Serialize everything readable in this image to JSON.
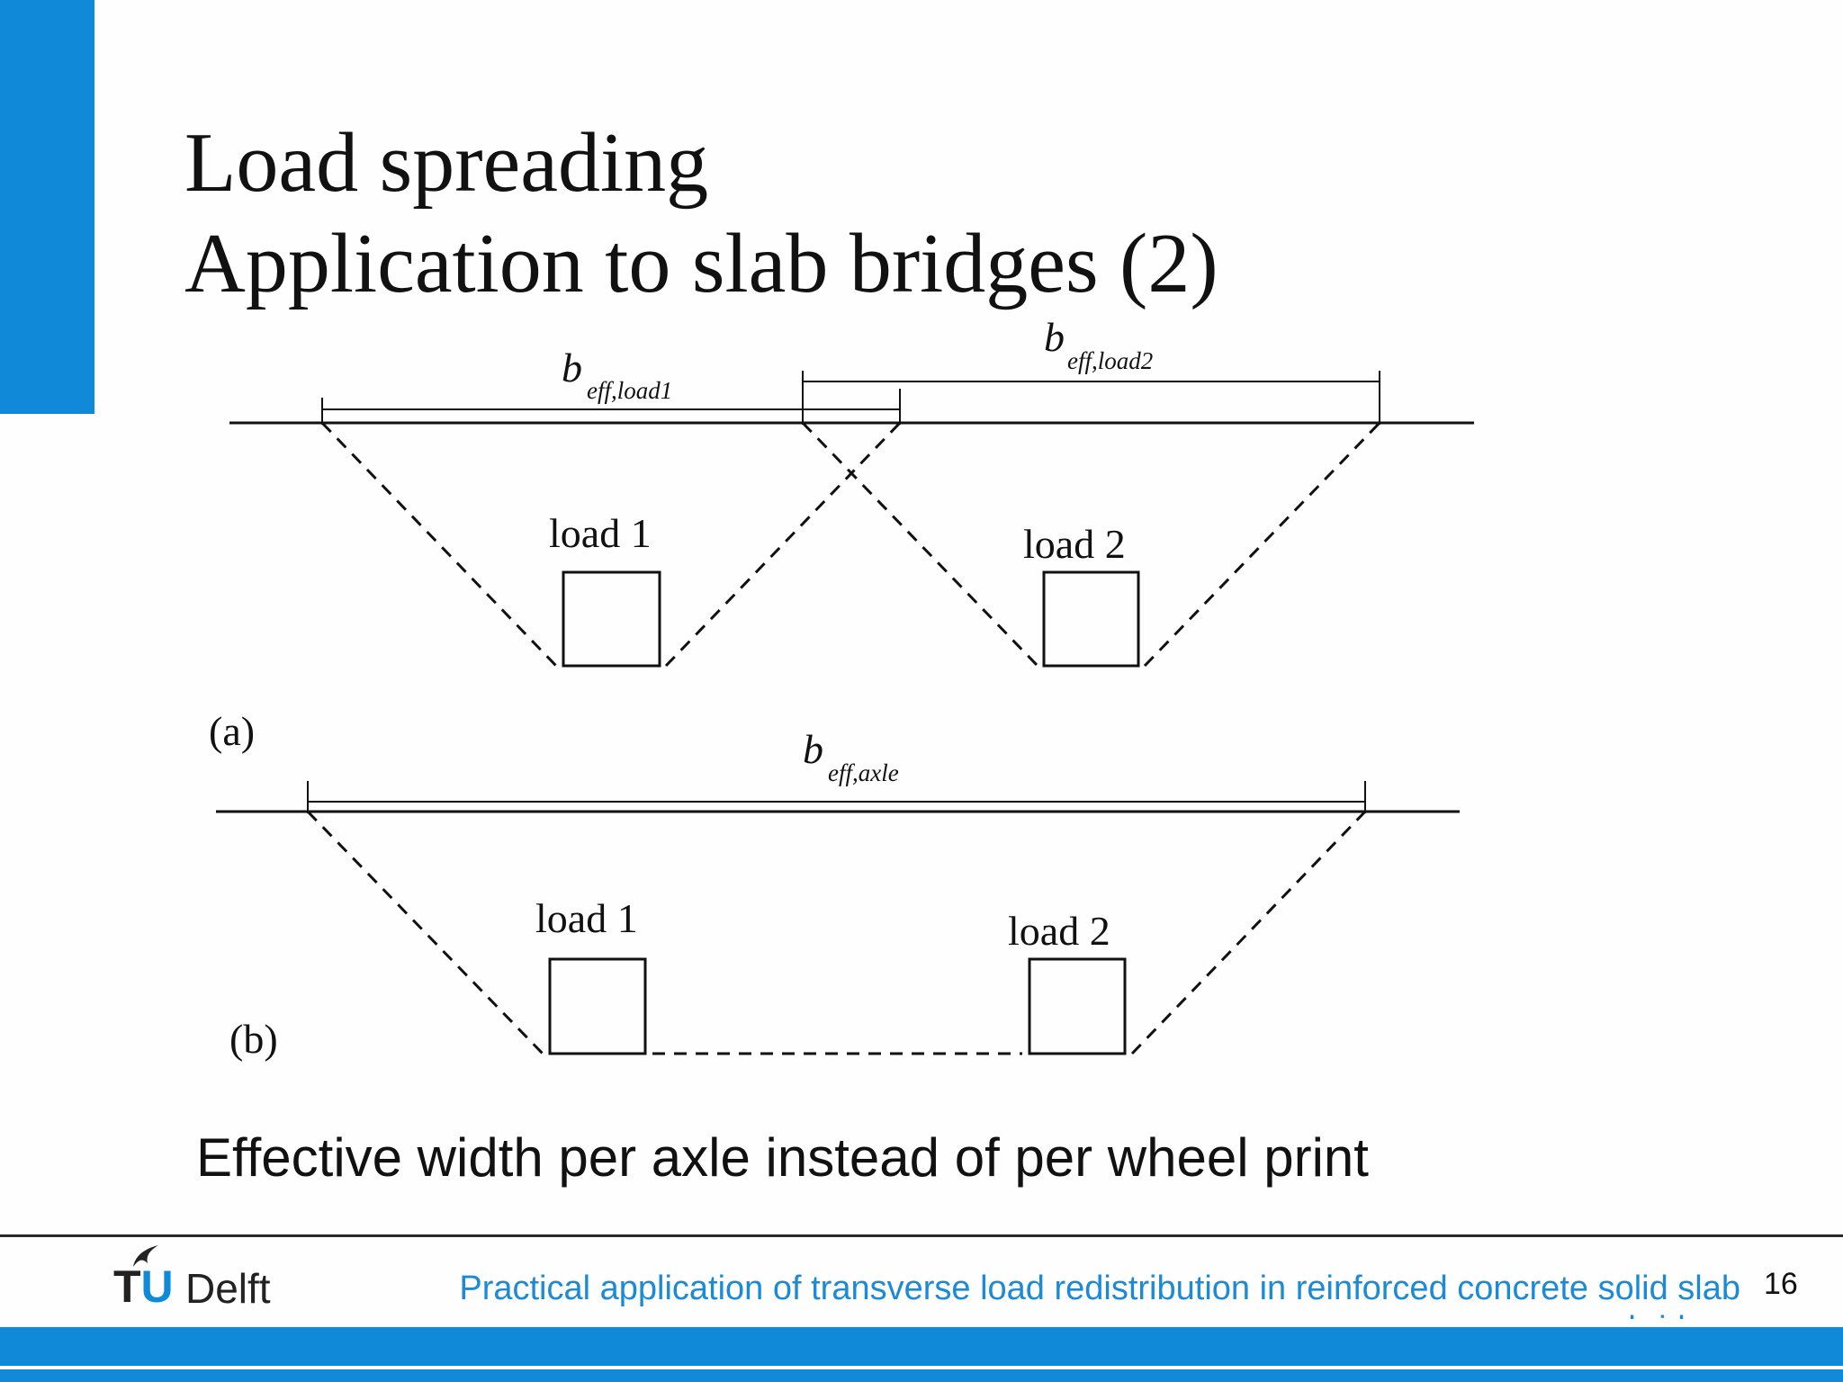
{
  "colors": {
    "accent": "#1089d9",
    "text": "#111111",
    "background": "#fdfefd"
  },
  "title": {
    "line1": "Load spreading",
    "line2": "Application to slab bridges (2)"
  },
  "diagram_a": {
    "panel_label": "(a)",
    "dimension_1_main": "b",
    "dimension_1_sub": "eff,load1",
    "dimension_2_main": "b",
    "dimension_2_sub": "eff,load2",
    "load_1_label": "load 1",
    "load_2_label": "load 2"
  },
  "diagram_b": {
    "panel_label": "(b)",
    "dimension_main": "b",
    "dimension_sub": "eff,axle",
    "load_1_label": "load 1",
    "load_2_label": "load 2"
  },
  "caption": "Effective width per axle instead of per wheel print",
  "footer": {
    "logo_tu": "TU",
    "logo_delft": "Delft",
    "logo_icon": "flame-icon",
    "title": "Practical application of transverse load redistribution in reinforced concrete solid slab bridges",
    "page_number": "16"
  }
}
